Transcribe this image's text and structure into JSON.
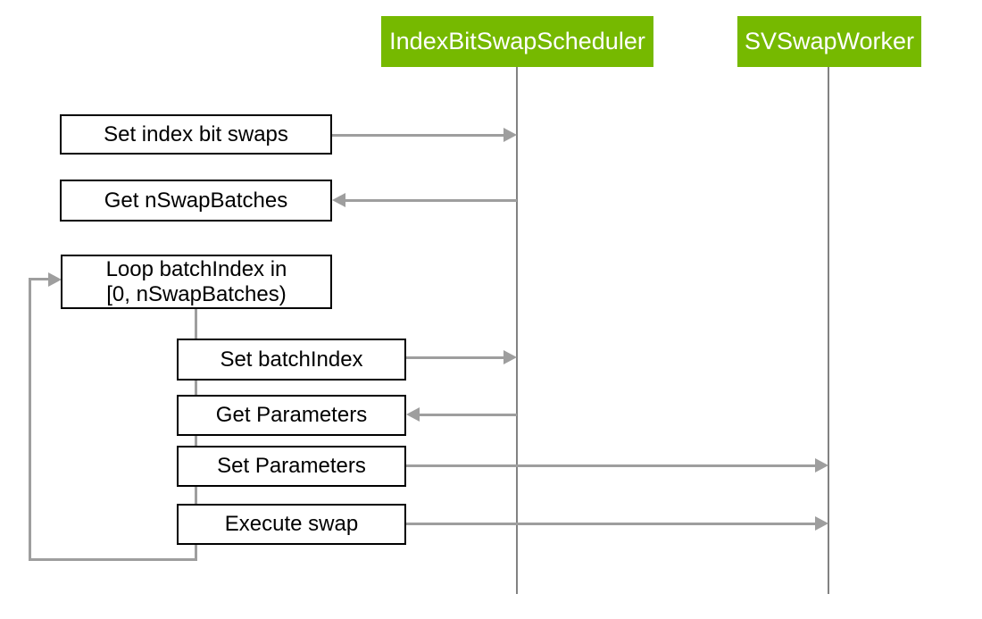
{
  "diagram": {
    "type": "sequence-diagram",
    "background": "#ffffff",
    "colors": {
      "actor_bg": "#76b900",
      "actor_text": "#ffffff",
      "arrow": "#9e9e9e",
      "lifeline": "#828282",
      "box_border": "#000000",
      "box_text": "#000000"
    },
    "actors": [
      {
        "id": "scheduler",
        "label": "IndexBitSwapScheduler"
      },
      {
        "id": "worker",
        "label": "SVSwapWorker"
      }
    ],
    "loop": {
      "line1": "Loop batchIndex in",
      "line2": "[0, nSwapBatches)"
    },
    "messages": [
      {
        "label": "Set index bit swaps",
        "from": "caller",
        "to": "IndexBitSwapScheduler",
        "direction": "right"
      },
      {
        "label": "Get nSwapBatches",
        "from": "IndexBitSwapScheduler",
        "to": "caller",
        "direction": "left"
      },
      {
        "label": "Set batchIndex",
        "from": "loop-body",
        "to": "IndexBitSwapScheduler",
        "direction": "right"
      },
      {
        "label": "Get Parameters",
        "from": "IndexBitSwapScheduler",
        "to": "loop-body",
        "direction": "left"
      },
      {
        "label": "Set Parameters",
        "from": "loop-body",
        "to": "SVSwapWorker",
        "direction": "right"
      },
      {
        "label": "Execute swap",
        "from": "loop-body",
        "to": "SVSwapWorker",
        "direction": "right"
      }
    ]
  }
}
